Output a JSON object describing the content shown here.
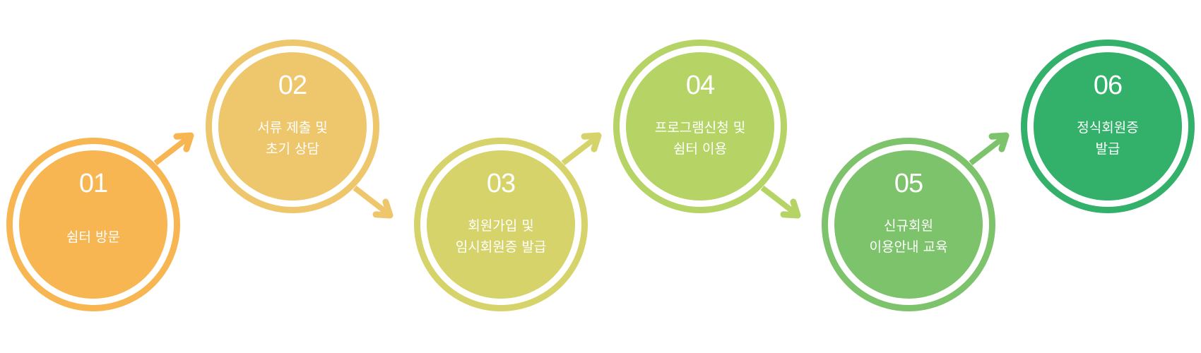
{
  "steps": [
    {
      "number": "01",
      "lines": [
        "쉼터 방문"
      ],
      "color": "#F8B652"
    },
    {
      "number": "02",
      "lines": [
        "서류 제출 및",
        "초기 상담"
      ],
      "color": "#EEC76C"
    },
    {
      "number": "03",
      "lines": [
        "회원가입 및",
        "임시회원증 발급"
      ],
      "color": "#D5D36A"
    },
    {
      "number": "04",
      "lines": [
        "프로그램신청 및",
        "쉼터 이용"
      ],
      "color": "#B5D465"
    },
    {
      "number": "05",
      "lines": [
        "신규회원",
        "이용안내 교육"
      ],
      "color": "#7DC36B"
    },
    {
      "number": "06",
      "lines": [
        "정식회원증",
        "발급"
      ],
      "color": "#33B06A"
    }
  ]
}
